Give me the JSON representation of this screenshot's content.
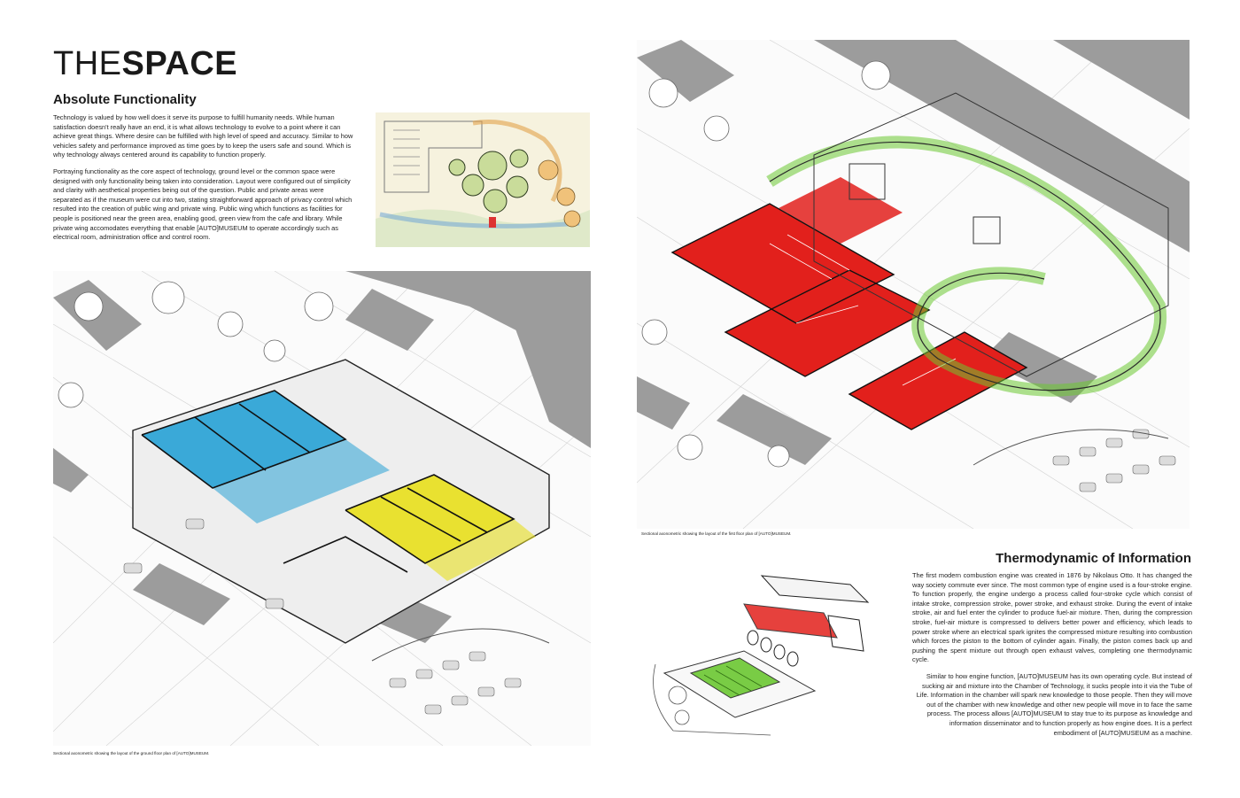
{
  "page": {
    "title_thin": "THE",
    "title_bold": "SPACE"
  },
  "left": {
    "heading": "Absolute Functionality",
    "paragraphs": [
      "Technology is valued by how well does it serve its purpose to fulfill humanity needs. While human satisfaction doesn't really have an end, it is what allows technology to evolve to a point where it can achieve great things. Where desire can be fulfilled with high level of speed and accuracy. Similar to how vehicles safety and performance improved as time goes by to keep the users safe and sound. Which is why technology always centered around its capability to function properly.",
      "Portraying functionality as the core aspect of technology, ground level or the common space were designed with only functionality being taken into consideration. Layout were configured out of simplicity and clarity with aesthetical properties being out of the question. Public and private areas were separated as if the museum were cut into two, stating straightforward approach of privacy control which resulted into the creation of public wing and private wing. Public wing which functions as facilities for people is positioned near the green area, enabling good, green view from the cafe and library. While private wing accomodates everything that enable [AUTO]MUSEUM to operate accordingly such as electrical room, administration office and control room."
    ],
    "caption": "Sectional axonometric showing the layout of the ground floor plan of [AUTO]MUSEUM."
  },
  "right": {
    "heading": "Thermodynamic of Information",
    "paragraphs": [
      "The first modern combustion engine was created in 1876 by Nikolaus Otto. It has changed the way society commute ever since. The most common type of engine used is a four-stroke engine. To function properly, the engine undergo a process called four-stroke cycle which consist of intake stroke, compression stroke, power stroke, and exhaust stroke. During the event of intake stroke, air and fuel enter the cylinder to produce fuel-air mixture. Then, during the compression stroke, fuel-air mixture is compressed to delivers better power and efficiency, which leads to power stroke where an electrical spark ignites the compressed mixture resulting into combustion which forces the piston to the bottom of cylinder again. Finally, the piston comes back up and pushing the spent mixture out through open exhaust valves, completing one thermodynamic cycle.",
      "Similar to how engine function, [AUTO]MUSEUM has its own operating cycle. But instead of sucking air and mixture into the Chamber of Technology, it sucks people into it via the Tube of Life. Information in the chamber will spark new knowledge to those people. Then they will move out of the chamber with new knowledge and other new people will move in to face the same process. The process allows [AUTO]MUSEUM to stay true to its purpose as knowledge and information disseminator and to function properly as how engine does. It is a perfect embodiment of [AUTO]MUSEUM as a machine."
    ],
    "caption": "Sectional axonometric showing the layout of the first floor plan of [AUTO]MUSEUM."
  },
  "colors": {
    "public_wing": "#2aa3d6",
    "private_wing": "#e8e020",
    "chamber": "#e2201c",
    "tube": "#6cc832",
    "shadow": "#9a9a9a"
  }
}
